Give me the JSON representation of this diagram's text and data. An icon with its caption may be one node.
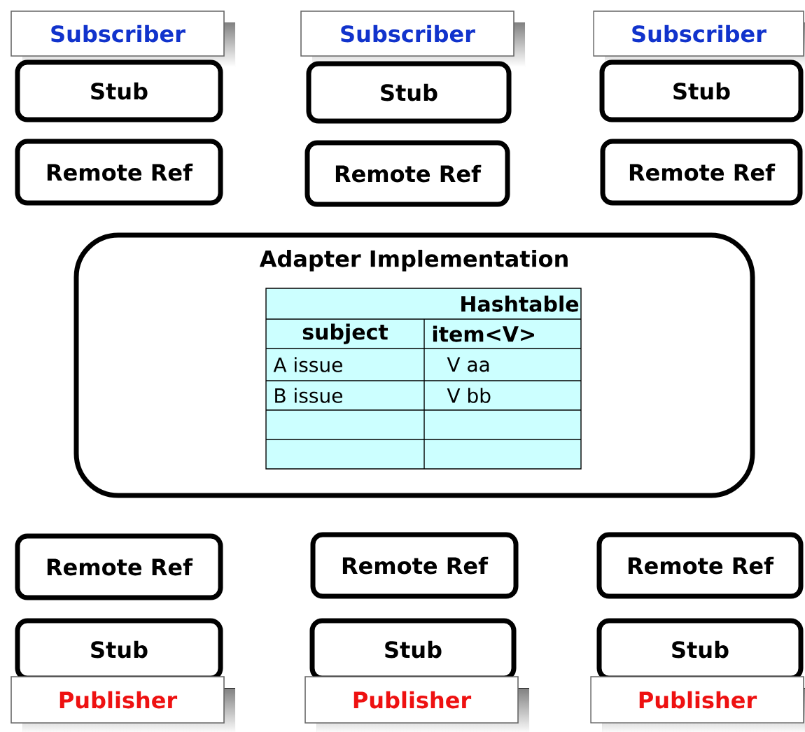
{
  "diagram": {
    "nodes": [
      {
        "text": [
          "Subscriber"
        ]
      },
      {
        "text": [
          "Subscriber"
        ]
      },
      {
        "text": [
          "Subscriber"
        ]
      },
      {
        "text": [
          "Stub"
        ]
      },
      {
        "text": [
          "Stub"
        ]
      },
      {
        "text": [
          "Stub"
        ]
      },
      {
        "text": [
          "Remote Ref"
        ]
      },
      {
        "text": [
          "Remote Ref"
        ]
      },
      {
        "text": [
          "Remote Ref"
        ]
      },
      {
        "text": [
          "Adapter Implementation"
        ]
      },
      {
        "text": [
          "Remote Ref"
        ]
      },
      {
        "text": [
          "Remote Ref"
        ]
      },
      {
        "text": [
          "Remote Ref"
        ]
      },
      {
        "text": [
          "Stub"
        ]
      },
      {
        "text": [
          "Stub"
        ]
      },
      {
        "text": [
          "Stub"
        ]
      },
      {
        "text": [
          "Publisher"
        ]
      },
      {
        "text": [
          "Publisher"
        ]
      },
      {
        "text": [
          "Publisher"
        ]
      }
    ],
    "edges": [],
    "labels": [
      "Hashtable",
      "subject",
      "item<V>",
      "A issue",
      "V aa",
      "B issue",
      "V bb"
    ]
  }
}
